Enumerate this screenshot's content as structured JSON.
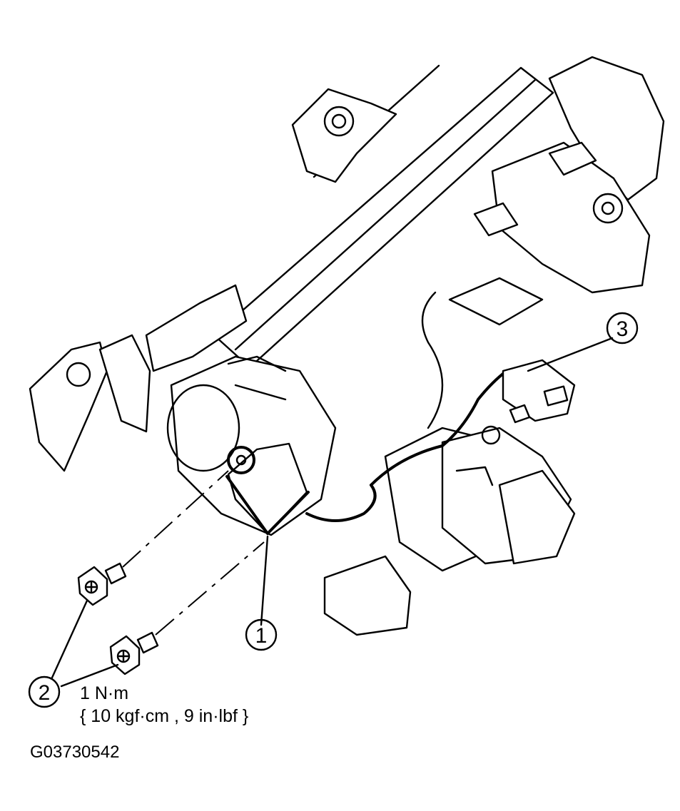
{
  "figure": {
    "callouts": [
      {
        "label": "1"
      },
      {
        "label": "2"
      },
      {
        "label": "3"
      }
    ],
    "torque": {
      "primary": "1 N·m",
      "secondary": "{ 10 kgf·cm , 9 in·lbf }"
    },
    "code": "G03730542"
  }
}
